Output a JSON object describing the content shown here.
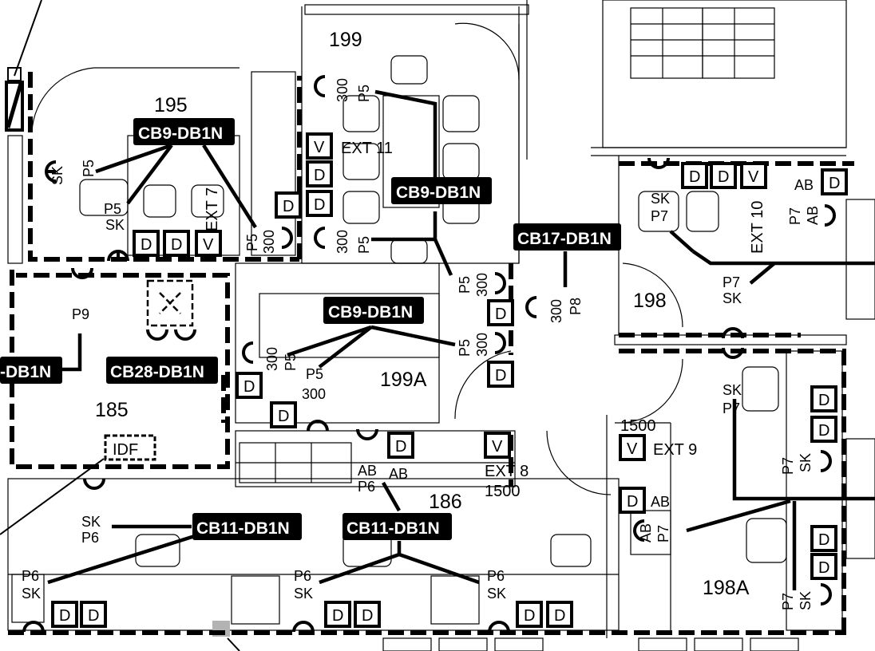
{
  "rooms": {
    "r199": "199",
    "r195": "195",
    "r199a": "199A",
    "r198": "198",
    "r185": "185",
    "r186": "186",
    "r198a": "198A"
  },
  "tags": {
    "t1": "CB9-DB1N",
    "t2": "CB9-DB1N",
    "t3": "CB9-DB1N",
    "t4": "CB17-DB1N",
    "t5": "CB28-DB1N",
    "t6": "-DB1N",
    "t7": "CB11-DB1N",
    "t8": "CB11-DB1N"
  },
  "labels": {
    "ext11": "EXT 11",
    "ext7": "EXT 7",
    "ext10": "EXT 10",
    "ext9": "EXT 9",
    "ext8": "EXT 8",
    "n1500a": "1500",
    "n1500b": "1500",
    "idf": "IDF",
    "p5": "P5",
    "p6": "P6",
    "p7": "P7",
    "p8": "P8",
    "p9": "P9",
    "sk": "SK",
    "ab": "AB",
    "h300": "300",
    "d": "D",
    "v": "V"
  }
}
